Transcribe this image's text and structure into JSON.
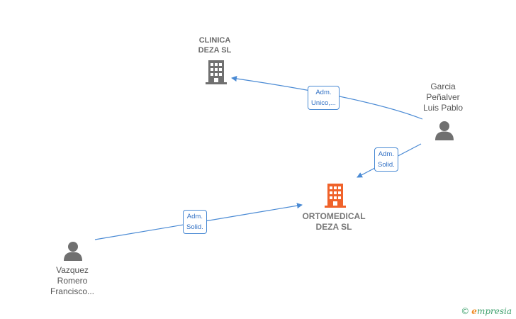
{
  "nodes": {
    "clinica": {
      "label": "CLINICA\nDEZA SL",
      "type": "company",
      "color": "#707070"
    },
    "ortomedical": {
      "label": "ORTOMEDICAL\nDEZA  SL",
      "type": "company-main",
      "color": "#f0622a"
    },
    "garcia": {
      "label": "Garcia\nPeñalver\nLuis Pablo",
      "type": "person",
      "color": "#707070"
    },
    "vazquez": {
      "label": "Vazquez\nRomero\nFrancisco...",
      "type": "person",
      "color": "#707070"
    }
  },
  "edges": [
    {
      "from": "garcia",
      "to": "clinica",
      "label": "Adm.\nUnico,..."
    },
    {
      "from": "garcia",
      "to": "ortomedical",
      "label": "Adm.\nSolid."
    },
    {
      "from": "vazquez",
      "to": "ortomedical",
      "label": "Adm.\nSolid."
    }
  ],
  "edge_color": "#4a8ad4",
  "footer": {
    "copyright_symbol": "©",
    "brand_initial": "e",
    "brand_rest": "mpresia"
  }
}
